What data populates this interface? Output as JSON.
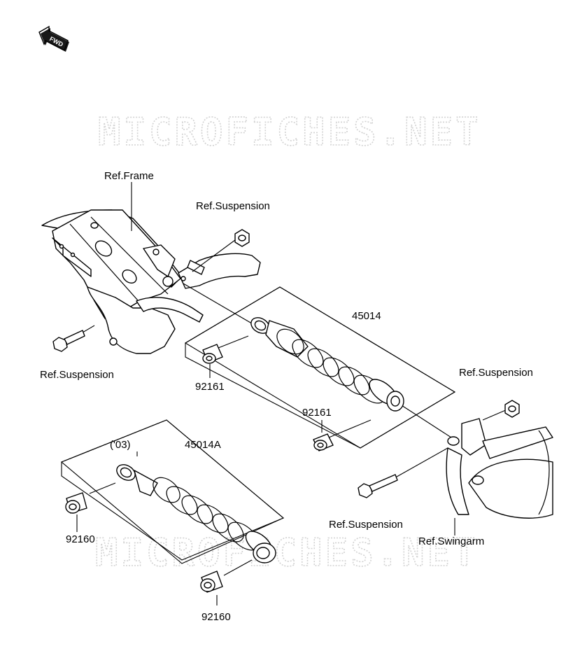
{
  "fwd_label": "FWD",
  "watermark_text": "MICROFICHES.NET",
  "colors": {
    "line": "#000000",
    "watermark": "#d2d2d2",
    "background": "#ffffff"
  },
  "labels": {
    "ref_frame": "Ref.Frame",
    "ref_suspension_top": "Ref.Suspension",
    "ref_suspension_left": "Ref.Suspension",
    "ref_suspension_right": "Ref.Suspension",
    "ref_suspension_bottom": "Ref.Suspension",
    "ref_swingarm": "Ref.Swingarm",
    "part_45014": "45014",
    "part_45014a": "45014A",
    "year_note": "('03)",
    "part_92161_a": "92161",
    "part_92161_b": "92161",
    "part_92160_a": "92160",
    "part_92160_b": "92160"
  }
}
